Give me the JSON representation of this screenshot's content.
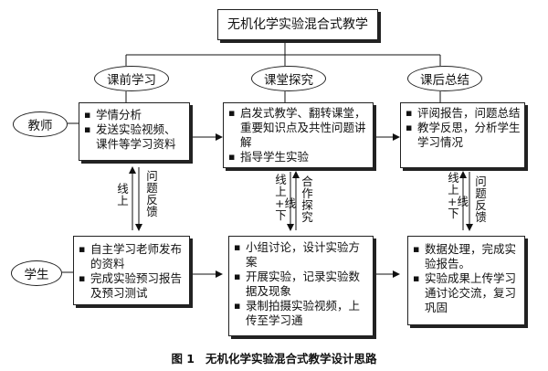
{
  "title": "无机化学实验混合式教学",
  "stages": [
    {
      "label": "课前学习"
    },
    {
      "label": "课堂探究"
    },
    {
      "label": "课后总结"
    }
  ],
  "roles": {
    "teacher": "教师",
    "student": "学生"
  },
  "teacher_boxes": [
    {
      "items": [
        "学情分析",
        "发送实验视频、课件等学习资料"
      ]
    },
    {
      "items": [
        "启发式教学、翻转课堂，重要知识点及共性问题讲解",
        "指导学生实验"
      ]
    },
    {
      "items": [
        "评阅报告，问题总结",
        "教学反思，分析学生学习情况"
      ]
    }
  ],
  "student_boxes": [
    {
      "items": [
        "自主学习老师发布的资料",
        "完成实验预习报告及预习测试"
      ]
    },
    {
      "items": [
        "小组讨论，设计实验方案",
        "开展实验，记录实验数据及现象",
        "录制拍摄实验视频，上传至学习通"
      ]
    },
    {
      "items": [
        "数据处理，完成实验报告。",
        "实验成果上传学习通讨论交流，复习巩固"
      ]
    }
  ],
  "connectors": {
    "left_mode": "线上",
    "left_feedback": "问题反馈",
    "center_mode": "线上+线下",
    "center_activity": "合作探究",
    "right_mode": "线上+线下",
    "right_feedback": "问题反馈"
  },
  "caption": {
    "number": "图 1",
    "text": "无机化学实验混合式教学设计思路"
  }
}
